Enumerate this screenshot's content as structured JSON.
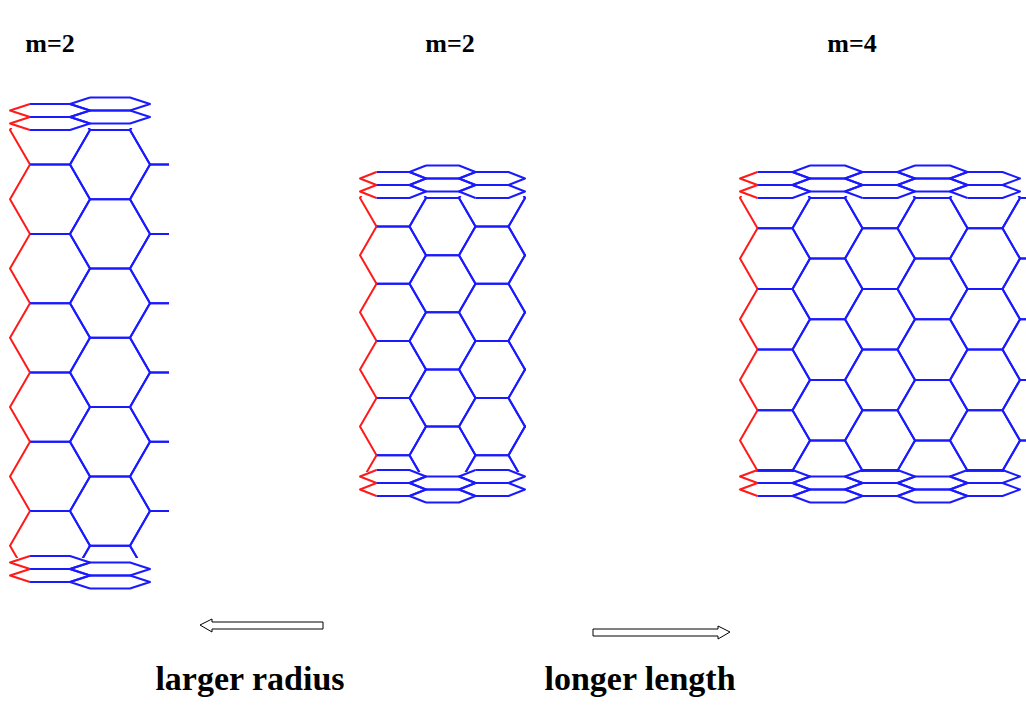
{
  "diagram": {
    "labels": [
      "m=2",
      "m=2",
      "m=4",
      "larger radius",
      "longer length"
    ]
  }
}
